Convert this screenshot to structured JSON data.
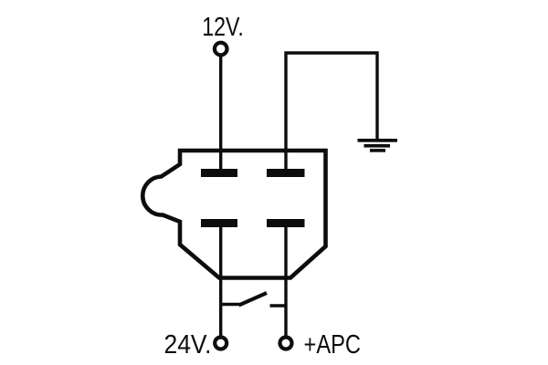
{
  "diagram": {
    "type": "relay-connector-wiring-diagram",
    "line_color": "#0d0d0d",
    "background": "#ffffff",
    "labels": {
      "top_terminal": "12V.",
      "bottom_left_terminal": "24V.",
      "bottom_right_terminal": "+APC"
    },
    "components": {
      "connector": "4-pin relay socket with left keying tab",
      "ground_symbol": "earth ground (three bars)",
      "switch": "open switch between 24V and +APC lines",
      "terminals": [
        "12V circle terminal",
        "24V circle terminal",
        "+APC circle terminal"
      ]
    }
  }
}
